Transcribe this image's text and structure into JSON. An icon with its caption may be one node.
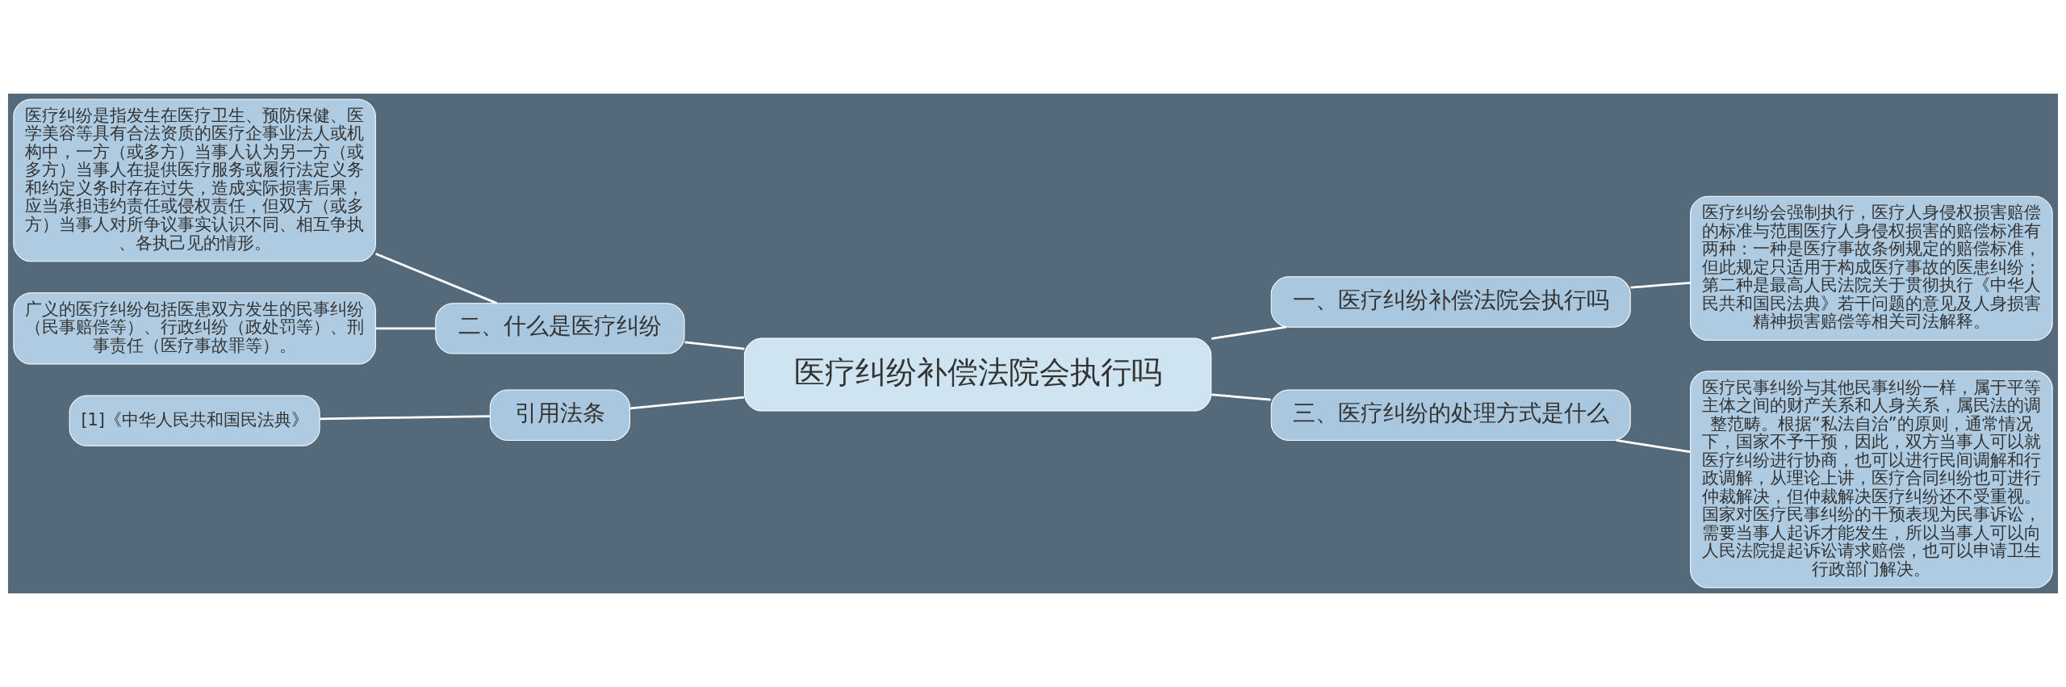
{
  "diagram": {
    "nodes": [
      {
        "text": [
          "医疗纠纷补偿法院会执行吗"
        ]
      },
      {
        "text": [
          "一、医疗纠纷补偿法院会执行吗"
        ]
      },
      {
        "text": [
          "医疗纠纷会强制执行，医疗人身侵权损害赔偿的标准与范围医疗人身侵权损害的赔偿标准有两种：一种是医疗事故条例规定的赔偿标准，但此规定只适用于构成医疗事故的医患纠纷；第二种是最高人民法院关于贯彻执行《中华人民共和国民法典》若干问题的意见及人身损害精神损害赔偿等相关司法解释。"
        ]
      },
      {
        "text": [
          "三、医疗纠纷的处理方式是什么"
        ]
      },
      {
        "text": [
          "医疗民事纠纷与其他民事纠纷一样，属于平等主体之间的财产关系和人身关系，属民法的调整范畴。根据“私法自治”的原则，通常情况下，国家不予干预，因此，双方当事人可以就医疗纠纷进行协商，也可以进行民间调解和行政调解，从理论上讲，医疗合同纠纷也可进行仲裁解决，但仲裁解决医疗纠纷还不受重视。国家对医疗民事纠纷的干预表现为民事诉讼，需要当事人起诉才能发生，所以当事人可以向人民法院提起诉讼请求赔偿，也可以申请卫生行政部门解决。"
        ]
      },
      {
        "text": [
          "二、什么是医疗纠纷"
        ]
      },
      {
        "text": [
          "医疗纠纷是指发生在医疗卫生、预防保健、医学美容等具有合法资质的医疗企事业法人或机构中，一方（或多方）当事人认为另一方（或多方）当事人在提供医疗服务或履行法定义务和约定义务时存在过失，造成实际损害后果，应当承担违约责任或侵权责任，但双方（或多方）当事人对所争议事实认识不同、相互争执、各执己见的情形。"
        ]
      },
      {
        "text": [
          "广义的医疗纠纷包括医患双方发生的民事纠纷（民事赔偿等）、行政纠纷（政处罚等）、刑事责任（医疗事故罪等）。"
        ]
      },
      {
        "text": [
          "引用法条"
        ]
      },
      {
        "text": [
          "[1]《中华人民共和国民法典》"
        ]
      }
    ],
    "edges": [
      {
        "from": 0,
        "to": 1,
        "arrow": "none"
      },
      {
        "from": 1,
        "to": 2,
        "arrow": "none"
      },
      {
        "from": 0,
        "to": 3,
        "arrow": "none"
      },
      {
        "from": 3,
        "to": 4,
        "arrow": "none"
      },
      {
        "from": 5,
        "to": 0,
        "arrow": "none"
      },
      {
        "from": 6,
        "to": 5,
        "arrow": "none"
      },
      {
        "from": 7,
        "to": 5,
        "arrow": "none"
      },
      {
        "from": 8,
        "to": 0,
        "arrow": "none"
      },
      {
        "from": 9,
        "to": 8,
        "arrow": "none"
      }
    ]
  }
}
